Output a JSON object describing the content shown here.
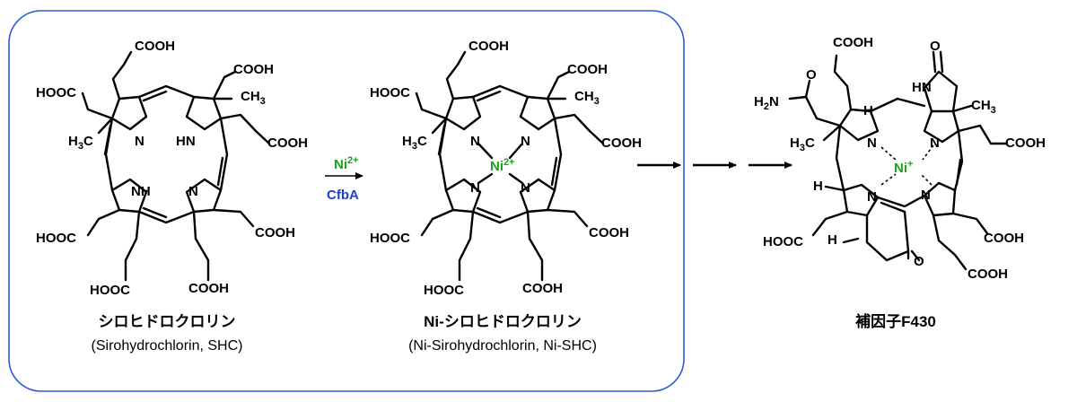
{
  "colors": {
    "panel_border": "#2a5bd7",
    "nickel": "#1aa31a",
    "enzyme": "#1a3fd6",
    "ink": "#000000"
  },
  "compounds": {
    "shc": {
      "name_ja": "シロヒドロクロリン",
      "name_en": "(Sirohydrochlorin, SHC)",
      "groups": {
        "cooh": "COOH",
        "hooc": "HOOC",
        "ch3": "CH",
        "ch3_sub": "3",
        "h3c": "H",
        "h3c_sub": "3",
        "h3c_c": "C",
        "n": "N",
        "hn": "HN",
        "nh": "NH"
      }
    },
    "ni_shc": {
      "name_ja": "Ni-シロヒドロクロリン",
      "name_en": "(Ni-Sirohydrochlorin, Ni-SHC)",
      "metal": "Ni",
      "metal_charge": "2+"
    },
    "f430": {
      "name_ja": "補因子F430",
      "metal": "Ni",
      "metal_charge": "+",
      "groups": {
        "h2n": "H",
        "h2n_sub": "2",
        "h2n_n": "N",
        "o": "O",
        "hn": "HN",
        "h": "H"
      }
    }
  },
  "reaction": {
    "reagent_metal": "Ni",
    "reagent_charge": "2+",
    "enzyme": "CfbA"
  }
}
